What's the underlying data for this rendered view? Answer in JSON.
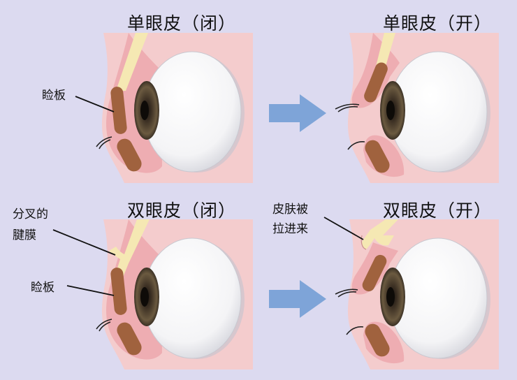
{
  "panels": [
    {
      "title": "单眼皮（闭）"
    },
    {
      "title": "单眼皮（开）"
    },
    {
      "title": "双眼皮（闭）"
    },
    {
      "title": "双眼皮（开）"
    }
  ],
  "labels": {
    "tarsus_top": "睑板",
    "branch_line1": "分叉的",
    "branch_line2": "腱膜",
    "tarsus_bottom": "睑板",
    "skin_line1": "皮肤被",
    "skin_line2": "拉进来"
  },
  "colors": {
    "background": "#dcdaf0",
    "skin": "#f4cccd",
    "eyelid": "#eeadb2",
    "tarsus": "#a0623e",
    "aponeurosis": "#f5e8b3",
    "arrow": "#7ea4d8",
    "iris": "#6b5a40"
  },
  "icons": [
    "eyeball-icon",
    "arrow-right-icon"
  ]
}
